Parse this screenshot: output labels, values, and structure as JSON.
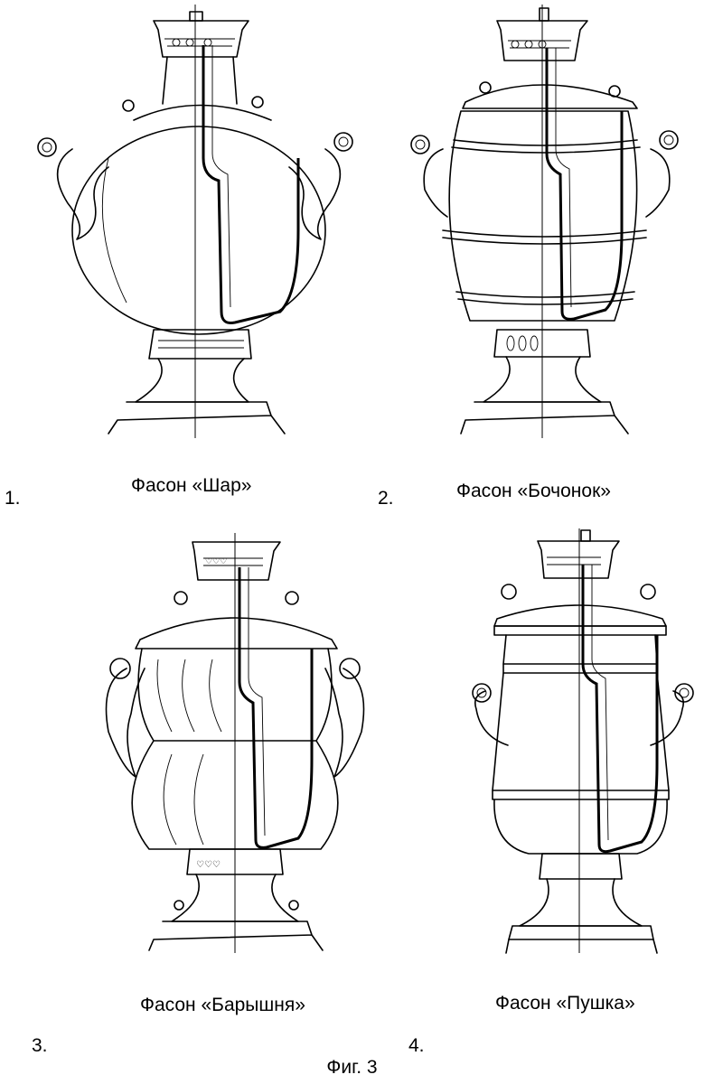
{
  "figure": {
    "title": "Фиг. 3"
  },
  "styles": [
    {
      "number": "1.",
      "caption": "Фасон «Шар»"
    },
    {
      "number": "2.",
      "caption": "Фасон «Бочонок»"
    },
    {
      "number": "3.",
      "caption": "Фасон «Барышня»"
    },
    {
      "number": "4.",
      "caption": "Фасон «Пушка»"
    }
  ]
}
